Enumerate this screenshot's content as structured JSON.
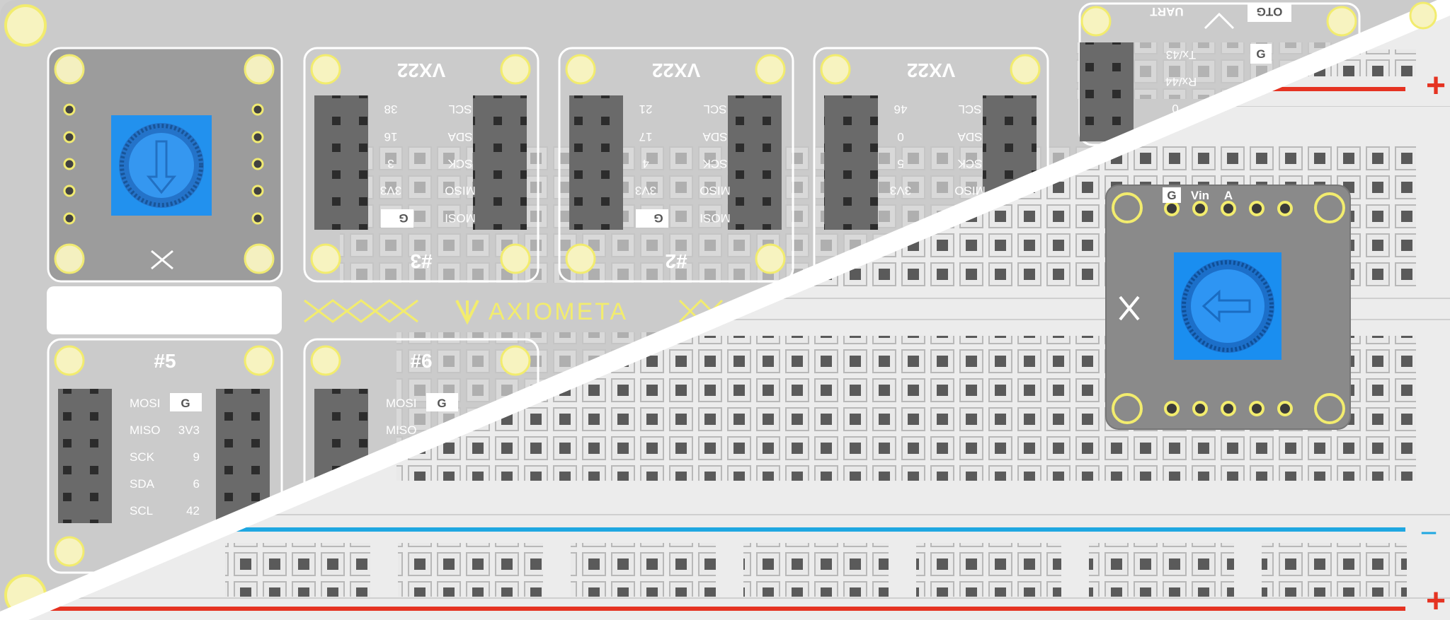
{
  "brand": {
    "name": "AXIOMETA",
    "logo": "axiometa-logo-icon"
  },
  "slots": {
    "slot2": {
      "title": "#2",
      "chip": "VX22",
      "pins_left": [
        "SCL",
        "SDA",
        "SCK",
        "MISO",
        "MOSI"
      ],
      "pins_right": [
        "21",
        "17",
        "4",
        "3V3",
        "G"
      ]
    },
    "slot3": {
      "title": "#3",
      "chip": "VX22",
      "pins_left": [
        "SCL",
        "SDA",
        "SCK",
        "MISO",
        "MOSI"
      ],
      "pins_right": [
        "38",
        "16",
        "3",
        "3V3",
        "G"
      ]
    },
    "slotR": {
      "chip": "VX22",
      "pins_left": [
        "SCL",
        "SDA",
        "SCK",
        "MISO"
      ],
      "pins_right": [
        "46",
        "0",
        "5",
        "3V3"
      ]
    },
    "slot5": {
      "title": "#5",
      "pins": [
        "MOSI",
        "MISO",
        "SCK",
        "SDA",
        "SCL"
      ],
      "values": [
        "G",
        "3V3",
        "9",
        "6",
        "42"
      ]
    },
    "slot6": {
      "title": "#6",
      "pins": [
        "MOSI",
        "MISO"
      ],
      "values": [
        "G"
      ]
    }
  },
  "top_header": {
    "otg": "OTG",
    "uart": "UART",
    "pins": [
      "Tx/43",
      "Rx/44",
      "0"
    ],
    "ground": "G"
  },
  "pot_module": {
    "pins": [
      "G",
      "Vin",
      "A"
    ]
  },
  "rails": {
    "minus": "−",
    "plus": "+"
  },
  "colors": {
    "rail_blue": "#1fa7e1",
    "rail_red": "#e53322",
    "pot_blue": "#1a8ef0",
    "silk_yellow": "#f2ec6e",
    "pcb": "#8c8c8c"
  }
}
